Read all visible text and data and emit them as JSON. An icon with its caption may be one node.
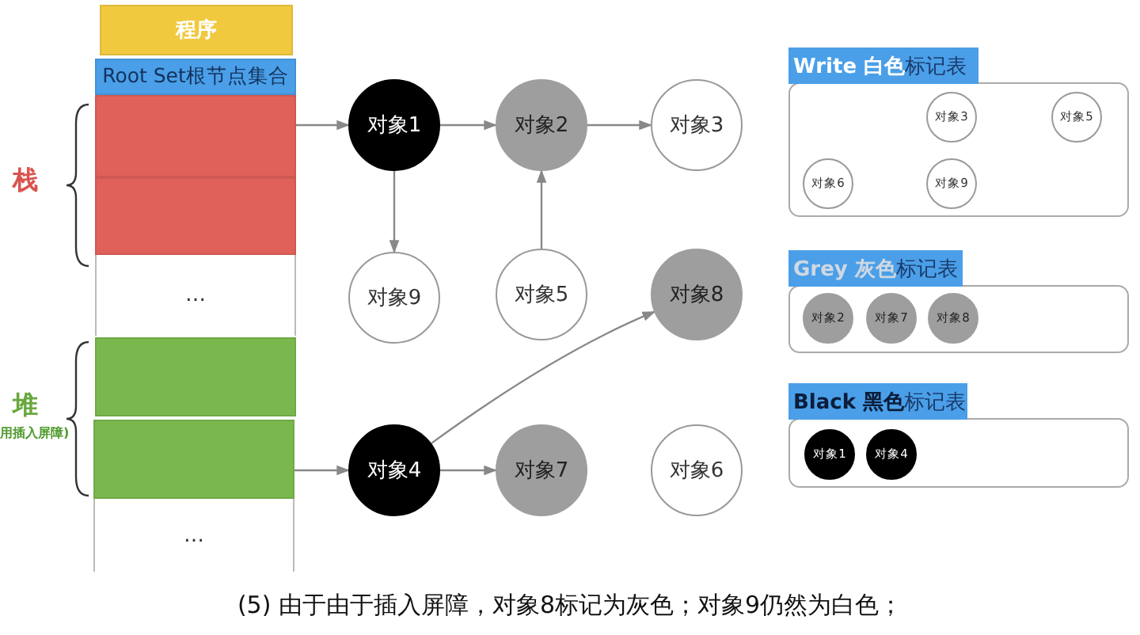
{
  "diagram": {
    "caption": "(5) 由于由于插入屏障，对象8标记为灰色；对象9仍然为白色；",
    "nodes": [
      {
        "text": [
          "程序"
        ]
      },
      {
        "text": [
          "Root Set根节点集合"
        ]
      },
      {
        "text": [],
        "shape": "box"
      },
      {
        "text": [],
        "shape": "box"
      },
      {
        "text": [
          "…"
        ]
      },
      {
        "text": [],
        "shape": "box"
      },
      {
        "text": [],
        "shape": "box"
      },
      {
        "text": [
          "…"
        ]
      },
      {
        "text": [
          "对象1"
        ]
      },
      {
        "text": [
          "对象2"
        ]
      },
      {
        "text": [
          "对象3"
        ]
      },
      {
        "text": [
          "对象9"
        ]
      },
      {
        "text": [
          "对象5"
        ]
      },
      {
        "text": [
          "对象8"
        ]
      },
      {
        "text": [
          "对象4"
        ]
      },
      {
        "text": [
          "对象7"
        ]
      },
      {
        "text": [
          "对象6"
        ]
      },
      {
        "text": [
          "Write 白色",
          "标记表"
        ]
      },
      {
        "text": [
          "对象3"
        ],
        "in": 17
      },
      {
        "text": [
          "对象5"
        ],
        "in": 17
      },
      {
        "text": [
          "对象6"
        ],
        "in": 17
      },
      {
        "text": [
          "对象9"
        ],
        "in": 17
      },
      {
        "text": [
          "Grey 灰色",
          "标记表"
        ]
      },
      {
        "text": [
          "对象2"
        ],
        "in": 22
      },
      {
        "text": [
          "对象7"
        ],
        "in": 22
      },
      {
        "text": [
          "对象8"
        ],
        "in": 22
      },
      {
        "text": [
          "Black 黑色",
          "标记表"
        ]
      },
      {
        "text": [
          "对象1"
        ],
        "in": 26
      },
      {
        "text": [
          "对象4"
        ],
        "in": 26
      }
    ],
    "edges": [
      {
        "from": 2,
        "to": 8,
        "arrow": "to"
      },
      {
        "from": 8,
        "to": 9,
        "arrow": "to"
      },
      {
        "from": 9,
        "to": 10,
        "arrow": "to"
      },
      {
        "from": 8,
        "to": 11,
        "arrow": "to"
      },
      {
        "from": 12,
        "to": 9,
        "arrow": "to"
      },
      {
        "from": 6,
        "to": 14,
        "arrow": "to"
      },
      {
        "from": 14,
        "to": 15,
        "arrow": "to"
      },
      {
        "from": 14,
        "to": 13,
        "arrow": "to"
      }
    ],
    "labels": [
      "栈",
      "堆",
      "用插入屏障)"
    ]
  }
}
